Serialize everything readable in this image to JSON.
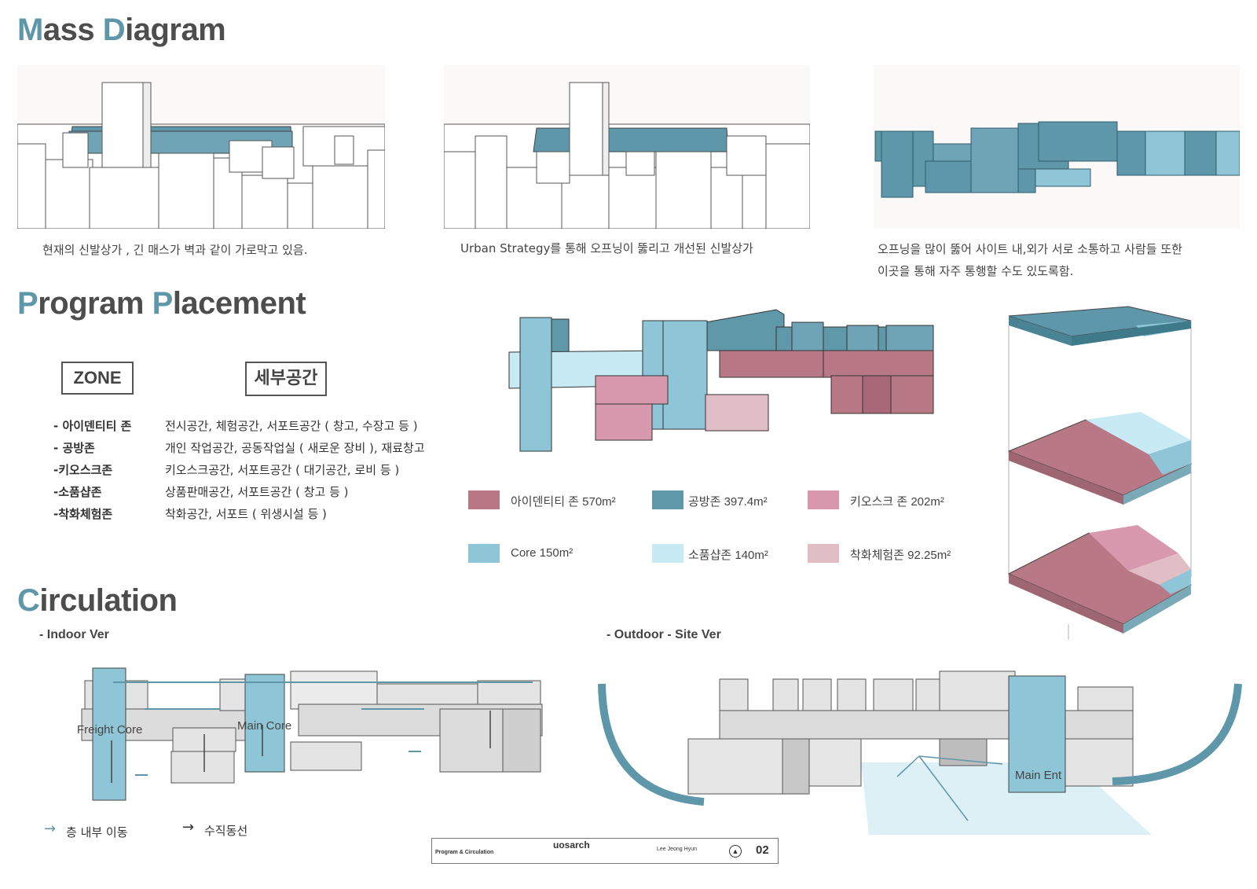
{
  "mass_diagram": {
    "title": [
      "M",
      "ass ",
      "D",
      "iagram"
    ],
    "captions": [
      "현재의 신발상가 , 긴 매스가 벽과 같이 가로막고 있음.",
      "Urban Strategy를 통해 오프닝이 뚫리고 개선된 신발상가",
      "오프닝을 많이 뚫어 사이트 내,외가 서로 소통하고 사람들 또한",
      "이곳을 통해 자주 통행할 수도 있도록함."
    ]
  },
  "program_placement": {
    "title": [
      "P",
      "rogram ",
      "P",
      "lacement"
    ],
    "zone_header": "ZONE",
    "detail_header": "세부공간",
    "zones": [
      {
        "name": "- 아이덴티티 존",
        "desc": "전시공간, 체험공간, 서포트공간 ( 창고, 수장고 등 )"
      },
      {
        "name": "- 공방존",
        "desc": "개인 작업공간, 공동작업실 ( 새로운 장비 ), 재료창고"
      },
      {
        "name": "-키오스크존",
        "desc": "키오스크공간, 서포트공간 ( 대기공간, 로비 등 )"
      },
      {
        "name": "-소품샵존",
        "desc": "상품판매공간, 서포트공간 ( 창고 등 )"
      },
      {
        "name": "-착화체험존",
        "desc": "착화공간, 서포트 ( 위생시설 등 )"
      }
    ],
    "legend": [
      {
        "label": "아이덴티티 존 570m²",
        "color": "#b97885"
      },
      {
        "label": "공방존 397.4m²",
        "color": "#5f98a8"
      },
      {
        "label": "키오스크 존 202m²",
        "color": "#d898ad"
      },
      {
        "label": "Core 150m²",
        "color": "#8ec6d8"
      },
      {
        "label": "소품샵존 140m²",
        "color": "#c8eaf4"
      },
      {
        "label": "착화체험존  92.25m²",
        "color": "#e1bdc6"
      }
    ]
  },
  "circulation": {
    "title": [
      "C",
      "irculation"
    ],
    "indoor_title": "- Indoor Ver",
    "outdoor_title": "- Outdoor - Site Ver",
    "labels": {
      "freight_core": "Freight Core",
      "main_core": "Main Core",
      "main_ent": "Main Ent"
    },
    "legend": {
      "floor_move": "층 내부 이동",
      "vertical": "수직동선"
    }
  },
  "title_block": {
    "drawing_title": "Program & Circulation",
    "logo": "uosarch",
    "name": "Lee Jeong Hyun",
    "sheet_number": "02"
  },
  "colors": {
    "accent": "#5e97aa",
    "identity_zone": "#b97885",
    "workshop_zone": "#5f98a8",
    "kiosk_zone": "#d898ad",
    "core": "#8ec6d8",
    "shop_zone": "#c8eaf4",
    "fitting_zone": "#e1bdc6"
  }
}
